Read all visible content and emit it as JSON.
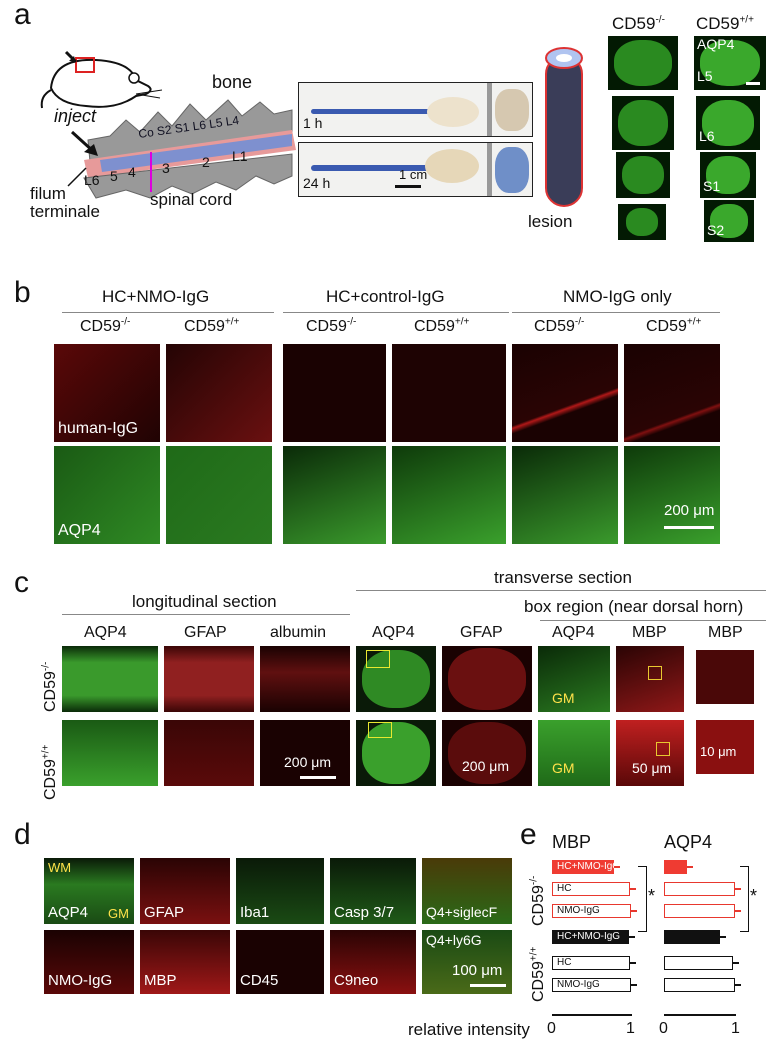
{
  "panel_labels": {
    "a": "a",
    "b": "b",
    "c": "c",
    "d": "d",
    "e": "e"
  },
  "panel_a": {
    "inject": "inject",
    "bone": "bone",
    "filum": "filum",
    "terminale": "terminale",
    "spinal_cord": "spinal cord",
    "vertebrae": [
      "L6",
      "5",
      "4",
      "3",
      "2",
      "L1"
    ],
    "segments": "Co   S2 S1 L6 L5 L4",
    "t1": "1 h",
    "t24": "24 h",
    "cm": "1 cm",
    "lesion": "lesion",
    "head_ko": "CD59",
    "head_wt": "CD59",
    "sup_ko": "-/-",
    "sup_wt": "+/+",
    "aqp4": "AQP4",
    "levels": [
      "L5",
      "L6",
      "S1",
      "S2"
    ]
  },
  "panel_b": {
    "groups": [
      "HC+NMO-IgG",
      "HC+control-IgG",
      "NMO-IgG only"
    ],
    "col_base": "CD59",
    "col_sups": [
      "-/-",
      "+/+",
      "-/-",
      "+/+",
      "-/-",
      "+/+"
    ],
    "row_labels": [
      "human-IgG",
      "AQP4"
    ],
    "scale": "200 μm"
  },
  "panel_c": {
    "long_title": "longitudinal section",
    "trans_title": "transverse section",
    "box_title": "box region (near dorsal horn)",
    "cols": [
      "AQP4",
      "GFAP",
      "albumin",
      "AQP4",
      "GFAP",
      "AQP4",
      "MBP",
      "MBP"
    ],
    "rows": [
      "CD59",
      "CD59"
    ],
    "row_sups": [
      "-/-",
      "+/+"
    ],
    "gm": "GM",
    "scales": [
      "200 μm",
      "200 μm",
      "50 μm",
      "10 μm"
    ]
  },
  "panel_d": {
    "wm": "WM",
    "gm": "GM",
    "top": [
      "AQP4",
      "GFAP",
      "Iba1",
      "Casp 3/7",
      "Q4+siglecF"
    ],
    "bottom": [
      "NMO-IgG",
      "MBP",
      "CD45",
      "C9neo",
      "Q4+ly6G"
    ],
    "scale": "100 μm"
  },
  "panel_e": {
    "titles": [
      "MBP",
      "AQP4"
    ],
    "group_labels": [
      "CD59",
      "CD59"
    ],
    "group_sups": [
      "-/-",
      "+/+"
    ],
    "xlabel": "relative intensity",
    "ticks": [
      "0",
      "1",
      "0",
      "1"
    ],
    "sig": "*",
    "bar_labels": [
      "HC+NMO-IgG",
      "HC",
      "NMO-IgG",
      "HC+NMO-IgG",
      "HC",
      "NMO-IgG"
    ],
    "chart_data": {
      "type": "bar",
      "categories": [
        "HC+NMO-IgG",
        "HC",
        "NMO-IgG",
        "HC+NMO-IgG",
        "HC",
        "NMO-IgG"
      ],
      "series": [
        {
          "name": "MBP",
          "values": [
            0.78,
            0.97,
            0.99,
            0.96,
            0.98,
            0.99
          ]
        },
        {
          "name": "AQP4",
          "values": [
            0.32,
            0.99,
            0.98,
            0.78,
            0.96,
            0.98
          ]
        }
      ],
      "xlim": [
        0,
        1
      ],
      "xlabel": "relative intensity"
    }
  }
}
